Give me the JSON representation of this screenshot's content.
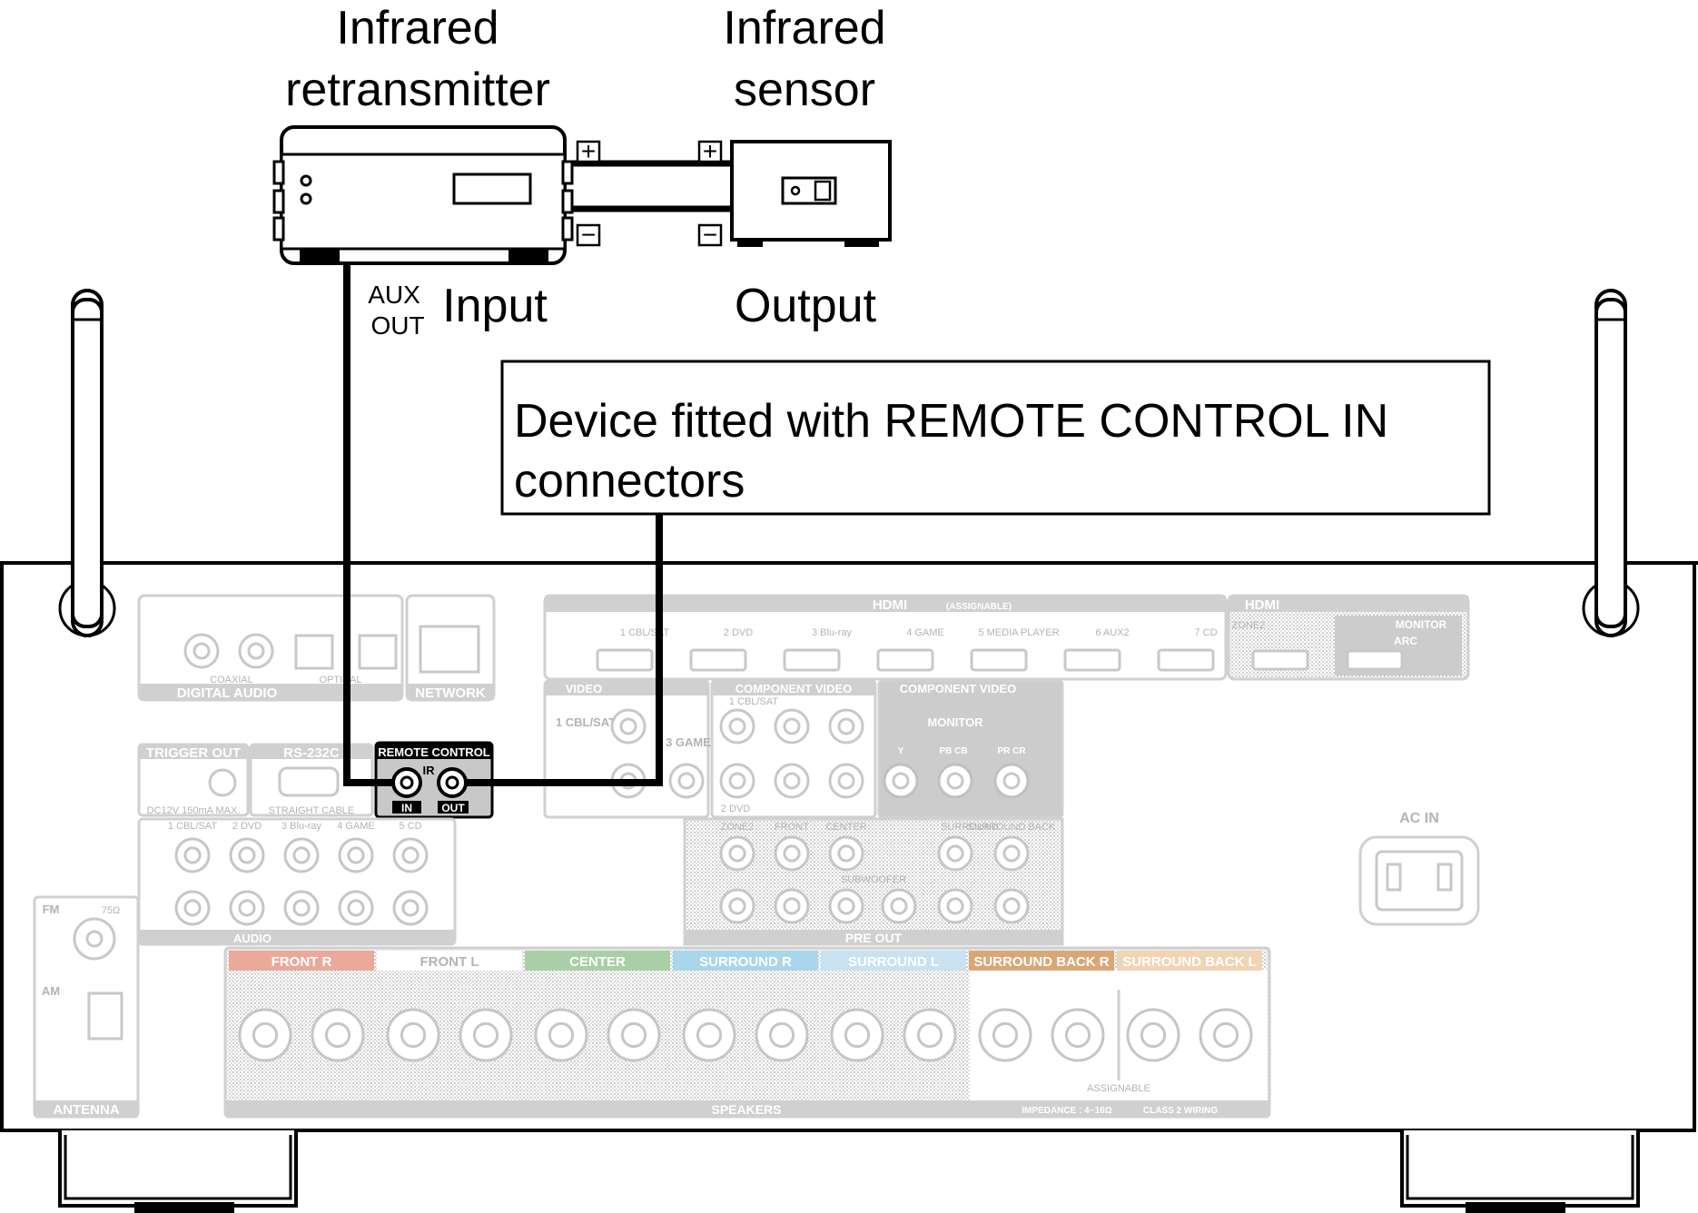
{
  "labels": {
    "retransmitter_line1": "Infrared",
    "retransmitter_line2": "retransmitter",
    "sensor_line1": "Infrared",
    "sensor_line2": "sensor",
    "aux_top": "AUX",
    "aux_bottom": "OUT",
    "input": "Input",
    "output": "Output",
    "device_line1": "Device fitted with REMOTE CONTROL IN",
    "device_line2": "connectors",
    "plus": "+",
    "minus": "−"
  },
  "panel": {
    "remote_control": "REMOTE CONTROL",
    "ir": "IR",
    "in": "IN",
    "out": "OUT",
    "hdmi_in": "HDMI",
    "assignable": "(ASSIGNABLE)",
    "hdmi_out": "HDMI",
    "zone2": "ZONE2",
    "monitor": "MONITOR",
    "arc": "ARC",
    "hdmi_inputs": [
      "1 CBL/SAT",
      "2 DVD",
      "3 Blu-ray",
      "4 GAME",
      "5 MEDIA PLAYER",
      "6 AUX2",
      "7 CD"
    ],
    "digital_audio": "DIGITAL AUDIO",
    "coaxial": "COAXIAL",
    "optical": "OPTICAL",
    "network": "NETWORK",
    "trigger_out": "TRIGGER OUT",
    "trigger_spec": "DC12V 150mA MAX.",
    "rs232c": "RS-232C",
    "straight_cable": "STRAIGHT CABLE",
    "video": "VIDEO",
    "component_video_in": "COMPONENT VIDEO",
    "component_video_out": "COMPONENT VIDEO",
    "cbl_sat": "1 CBL/SAT",
    "game": "3 GAME",
    "dvd2": "2 DVD",
    "ypbpr": [
      "Y",
      "PB CB",
      "PR CR"
    ],
    "audio_in": "AUDIO",
    "audio_inputs": [
      "1 CBL/SAT",
      "2 DVD",
      "3 Blu-ray",
      "4 GAME",
      "5 CD"
    ],
    "pre_out": "PRE OUT",
    "pre_out_labels": [
      "ZONE2",
      "FRONT",
      "CENTER",
      "SURROUND",
      "SURROUND BACK",
      "SUBWOOFER"
    ],
    "ac_in": "AC IN",
    "antenna": "ANTENNA",
    "fm": "FM",
    "fm_ohm": "75Ω",
    "am": "AM",
    "speakers": "SPEAKERS",
    "impedance": "IMPEDANCE : 4~16Ω",
    "class2": "CLASS 2 WIRING",
    "assignable_spk": "ASSIGNABLE",
    "speaker_groups": [
      "FRONT R",
      "FRONT L",
      "CENTER",
      "SURROUND R",
      "SURROUND L",
      "SURROUND BACK R",
      "SURROUND BACK L"
    ]
  },
  "colors": {
    "front_r": "#e9a99b",
    "center": "#a9cfa6",
    "surround_r": "#a9d6ea",
    "surround_l": "#c8e2ef",
    "surround_back_r": "#d9a776",
    "surround_back_l": "#f0d4b3"
  }
}
